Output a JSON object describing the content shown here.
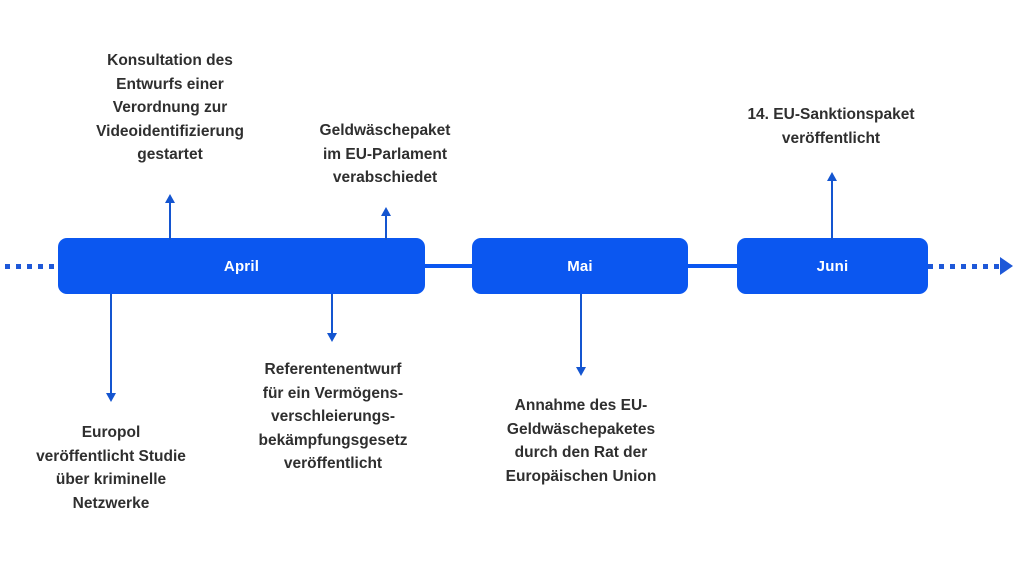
{
  "diagram": {
    "title_visible": false,
    "orientation": "horizontal",
    "accent_color": "#0b57f0",
    "arrow_color": "#1455d0",
    "text_color": "#2f2f2f",
    "background_color": "#ffffff"
  },
  "axis": {
    "left_continuation": "dotted",
    "right_continuation": "dotted-with-arrowhead",
    "arrowhead_icon": "arrow-right-icon"
  },
  "months": [
    {
      "label": "April"
    },
    {
      "label": "Mai"
    },
    {
      "label": "Juni"
    }
  ],
  "events": [
    {
      "id": "konsultation-videoidentifizierung",
      "month": "April",
      "direction": "up",
      "text": "Konsultation des\nEntwurfs einer\nVerordnung zur\nVideoidentifizierung\ngestartet"
    },
    {
      "id": "geldwaeschepaket-eu-parlament",
      "month": "April",
      "direction": "up",
      "text": "Geldwäschepaket\nim EU-Parlament\nverabschiedet"
    },
    {
      "id": "eu-sanktionspaket-14",
      "month": "Juni",
      "direction": "up",
      "text": "14. EU-Sanktionspaket\nveröffentlicht"
    },
    {
      "id": "europol-studie-kriminelle-netzwerke",
      "month": "April",
      "direction": "down",
      "text": "Europol\nveröffentlicht Studie\nüber kriminelle\nNetzwerke"
    },
    {
      "id": "referentenentwurf-vermoegensverschleierung",
      "month": "April",
      "direction": "down",
      "text": "Referentenentwurf\nfür ein Vermögens-\nverschleierungs-\nbekämpfungsgesetz\nveröffentlicht"
    },
    {
      "id": "annahme-eu-geldwaeschepaket-rat",
      "month": "Mai",
      "direction": "down",
      "text": "Annahme des EU-\nGeldwäschepaketes\ndurch den Rat der\nEuropäischen Union"
    }
  ]
}
